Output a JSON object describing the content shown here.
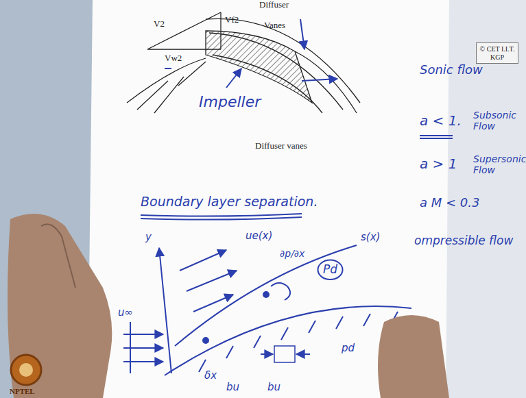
{
  "diagram": {
    "caption": "Diffuser vanes",
    "nodes": [
      {
        "text": [
          "© CET I.I.T. KGP"
        ]
      },
      {
        "text": [
          "Pd"
        ]
      }
    ],
    "labels": [
      "Diffuser",
      "V2",
      "Vf2",
      "Vanes",
      "Vw2",
      "Impeller",
      "Boundary layer separation.",
      "y",
      "ue(x)",
      "s(x)",
      "∂p/∂x",
      "u∞",
      "δx",
      "pd",
      "bu",
      "bu",
      "Sonic flow",
      "a < 1.",
      "Subsonic Flow",
      "a > 1",
      "Supersonic Flow",
      "a M < 0.3",
      "ompressible flow",
      "NPTEL"
    ]
  }
}
